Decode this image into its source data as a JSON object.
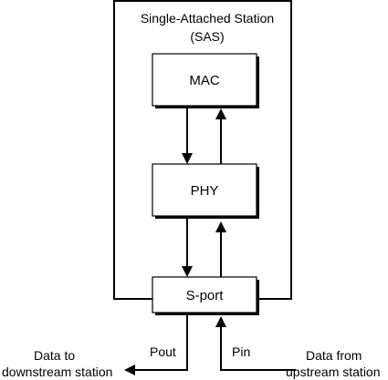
{
  "station": {
    "title_line1": "Single-Attached Station",
    "title_line2": "(SAS)"
  },
  "blocks": {
    "mac": "MAC",
    "phy": "PHY",
    "sport": "S-port"
  },
  "ports": {
    "out": "Pout",
    "in": "Pin"
  },
  "endpoints": {
    "left_line1": "Data to",
    "left_line2": "downstream station",
    "right_line1": "Data from",
    "right_line2": "upstream station"
  }
}
